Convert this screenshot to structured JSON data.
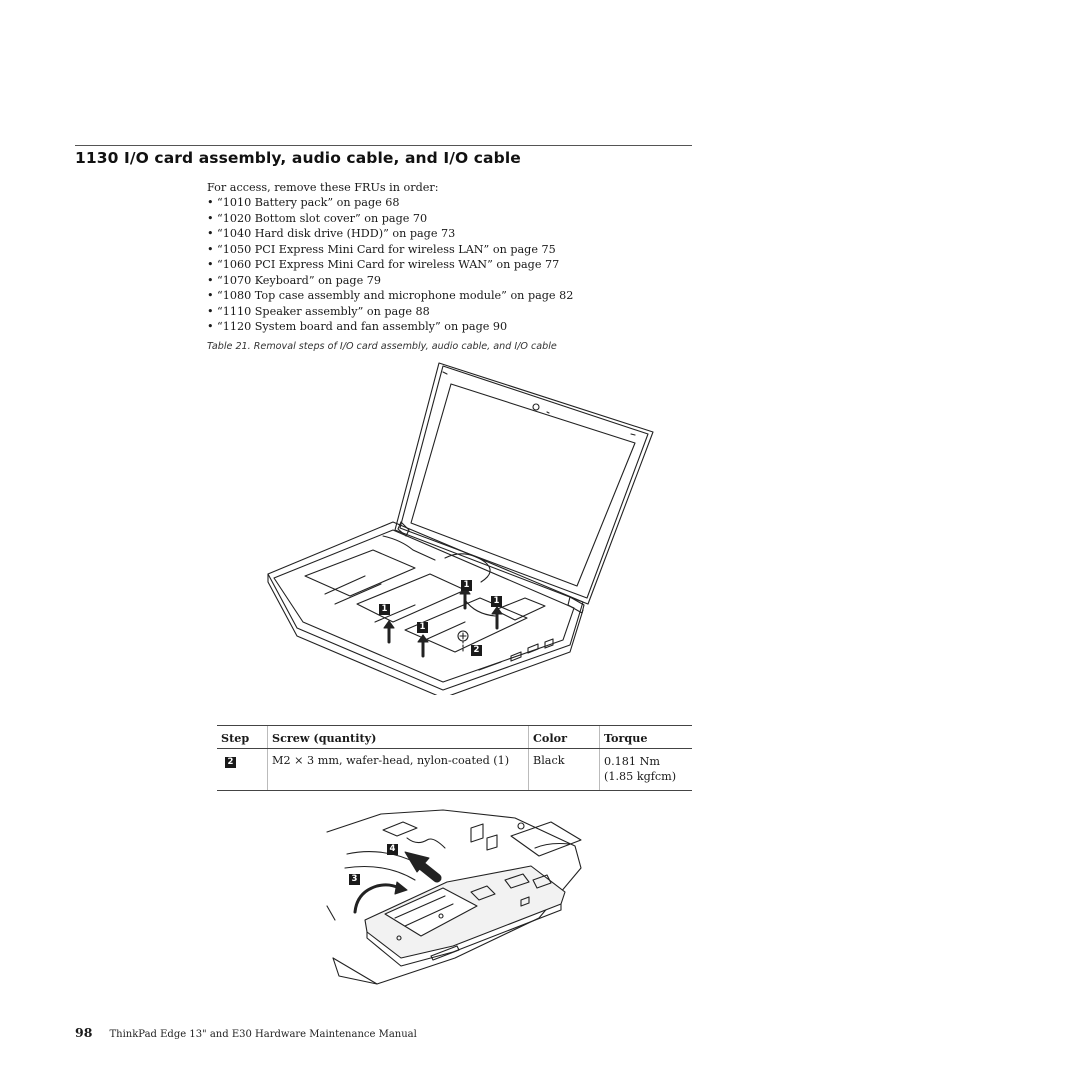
{
  "section": {
    "title": "1130 I/O card assembly, audio cable, and I/O cable"
  },
  "intro": "For access, remove these FRUs in order:",
  "fru_list": [
    {
      "bullet": "•",
      "text": "“1010 Battery pack” on page 68"
    },
    {
      "bullet": "•",
      "text": "“1020 Bottom slot cover” on page 70"
    },
    {
      "bullet": "•",
      "text": "“1040 Hard disk drive (HDD)” on page 73"
    },
    {
      "bullet": "•",
      "text": "“1050 PCI Express Mini Card for wireless LAN” on page 75"
    },
    {
      "bullet": "•",
      "text": "“1060 PCI Express Mini Card for wireless WAN” on page 77"
    },
    {
      "bullet": "•",
      "text": "“1070 Keyboard” on page 79"
    },
    {
      "bullet": "•",
      "text": "“1080 Top case assembly and microphone module” on page 82"
    },
    {
      "bullet": "•",
      "text": "“1110 Speaker assembly” on page 88"
    },
    {
      "bullet": "•",
      "text": "“1120 System board and fan assembly” on page 90"
    }
  ],
  "caption": "Table 21. Removal steps of I/O card assembly, audio cable, and I/O cable",
  "figure1": {
    "callouts": [
      "1",
      "1",
      "1",
      "1",
      "2"
    ]
  },
  "screw_table": {
    "headers": {
      "step": "Step",
      "screw": "Screw (quantity)",
      "color": "Color",
      "torque": "Torque"
    },
    "row": {
      "step": "2",
      "screw": "M2 × 3 mm, wafer-head, nylon-coated (1)",
      "color": "Black",
      "torque_nm": "0.181 Nm",
      "torque_kgf": "(1.85 kgfcm)"
    }
  },
  "figure2": {
    "callouts": [
      "4",
      "3"
    ]
  },
  "footer": {
    "page_number": "98",
    "manual_title": "ThinkPad Edge 13\" and E30 Hardware Maintenance Manual"
  }
}
